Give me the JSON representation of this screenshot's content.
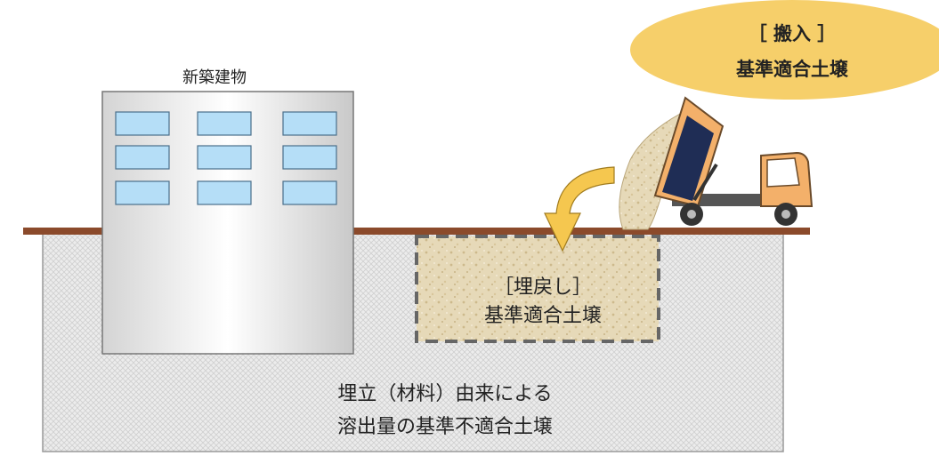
{
  "labels": {
    "building": "新築建物",
    "import_line1": "［ 搬入 ］",
    "import_line2": "基準適合土壌",
    "backfill_line1": "［埋戻し］",
    "backfill_line2": "基準適合土壌",
    "soil_line1": "埋立（材料）由来による",
    "soil_line2": "溶出量の基準不適合土壌"
  },
  "colors": {
    "ground_line": "#8b4a2b",
    "import_bubble": "#f6cf6a",
    "truck_cab": "#f3b06a",
    "arrow": "#f5c74f",
    "backfill_soil": "#e4d6b4",
    "window": "#b5def7"
  },
  "icons": [
    "dump-truck-icon",
    "building-icon",
    "curved-arrow-icon"
  ]
}
